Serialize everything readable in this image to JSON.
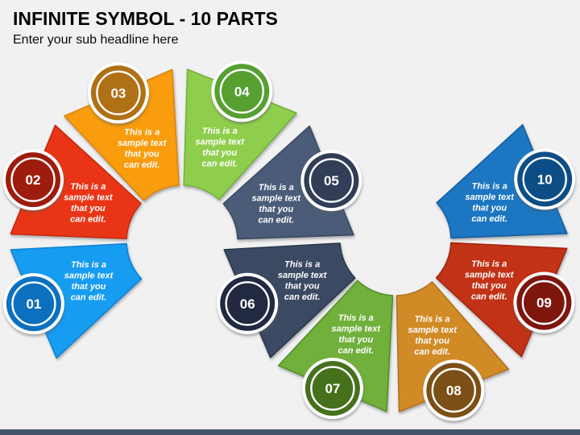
{
  "header": {
    "title": "INFINITE SYMBOL - 10 PARTS",
    "subtitle": "Enter your sub headline here"
  },
  "diagram": {
    "sample_text": "This is a sample text that you can edit.",
    "lines": [
      "This is a",
      "sample text",
      "that you",
      "can edit."
    ],
    "segments": [
      {
        "number": "01",
        "fill": "#199CF0",
        "stroke": "#0E82D6",
        "badge": "#0F70BF"
      },
      {
        "number": "02",
        "fill": "#E93512",
        "stroke": "#C52B0C",
        "badge": "#9E1D10"
      },
      {
        "number": "03",
        "fill": "#F99C0D",
        "stroke": "#DB850A",
        "badge": "#B06F14"
      },
      {
        "number": "04",
        "fill": "#8FCE4D",
        "stroke": "#72B237",
        "badge": "#56A030"
      },
      {
        "number": "05",
        "fill": "#4C5C78",
        "stroke": "#3B4A62",
        "badge": "#303D56"
      },
      {
        "number": "06",
        "fill": "#3B4962",
        "stroke": "#2B374C",
        "badge": "#202B42"
      },
      {
        "number": "07",
        "fill": "#70B03B",
        "stroke": "#578E2C",
        "badge": "#44701F"
      },
      {
        "number": "08",
        "fill": "#D18B28",
        "stroke": "#B4731D",
        "badge": "#7C5013"
      },
      {
        "number": "09",
        "fill": "#C23318",
        "stroke": "#A02711",
        "badge": "#7F1710"
      },
      {
        "number": "10",
        "fill": "#1C76C1",
        "stroke": "#135FA2",
        "badge": "#0D4D86"
      }
    ]
  },
  "footer": {
    "bar_color": "#44546A"
  },
  "canvas": {
    "background": "#F1F1F2"
  }
}
